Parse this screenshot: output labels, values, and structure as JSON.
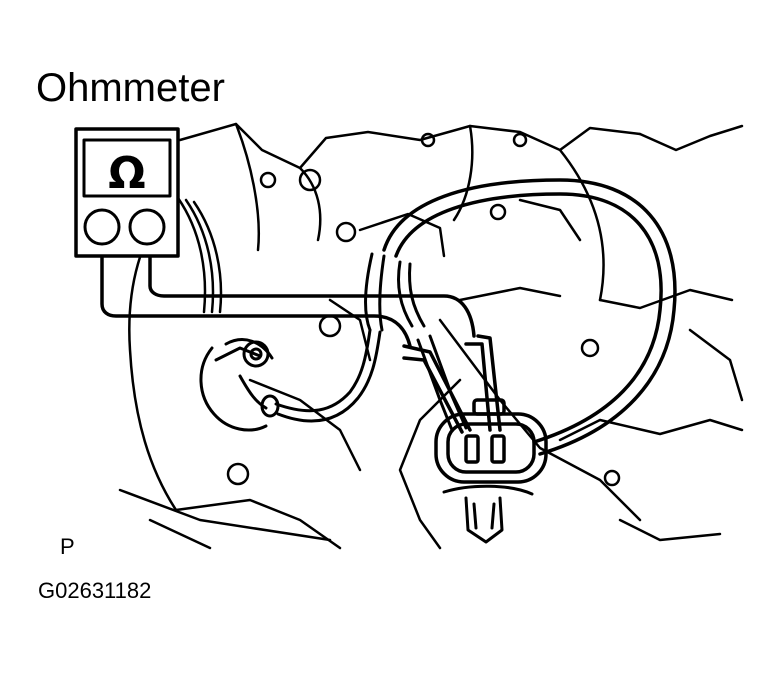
{
  "diagram": {
    "title": "Ohmmeter",
    "meter_symbol": "Ω",
    "view_label": "P",
    "figure_code": "G02631182"
  }
}
